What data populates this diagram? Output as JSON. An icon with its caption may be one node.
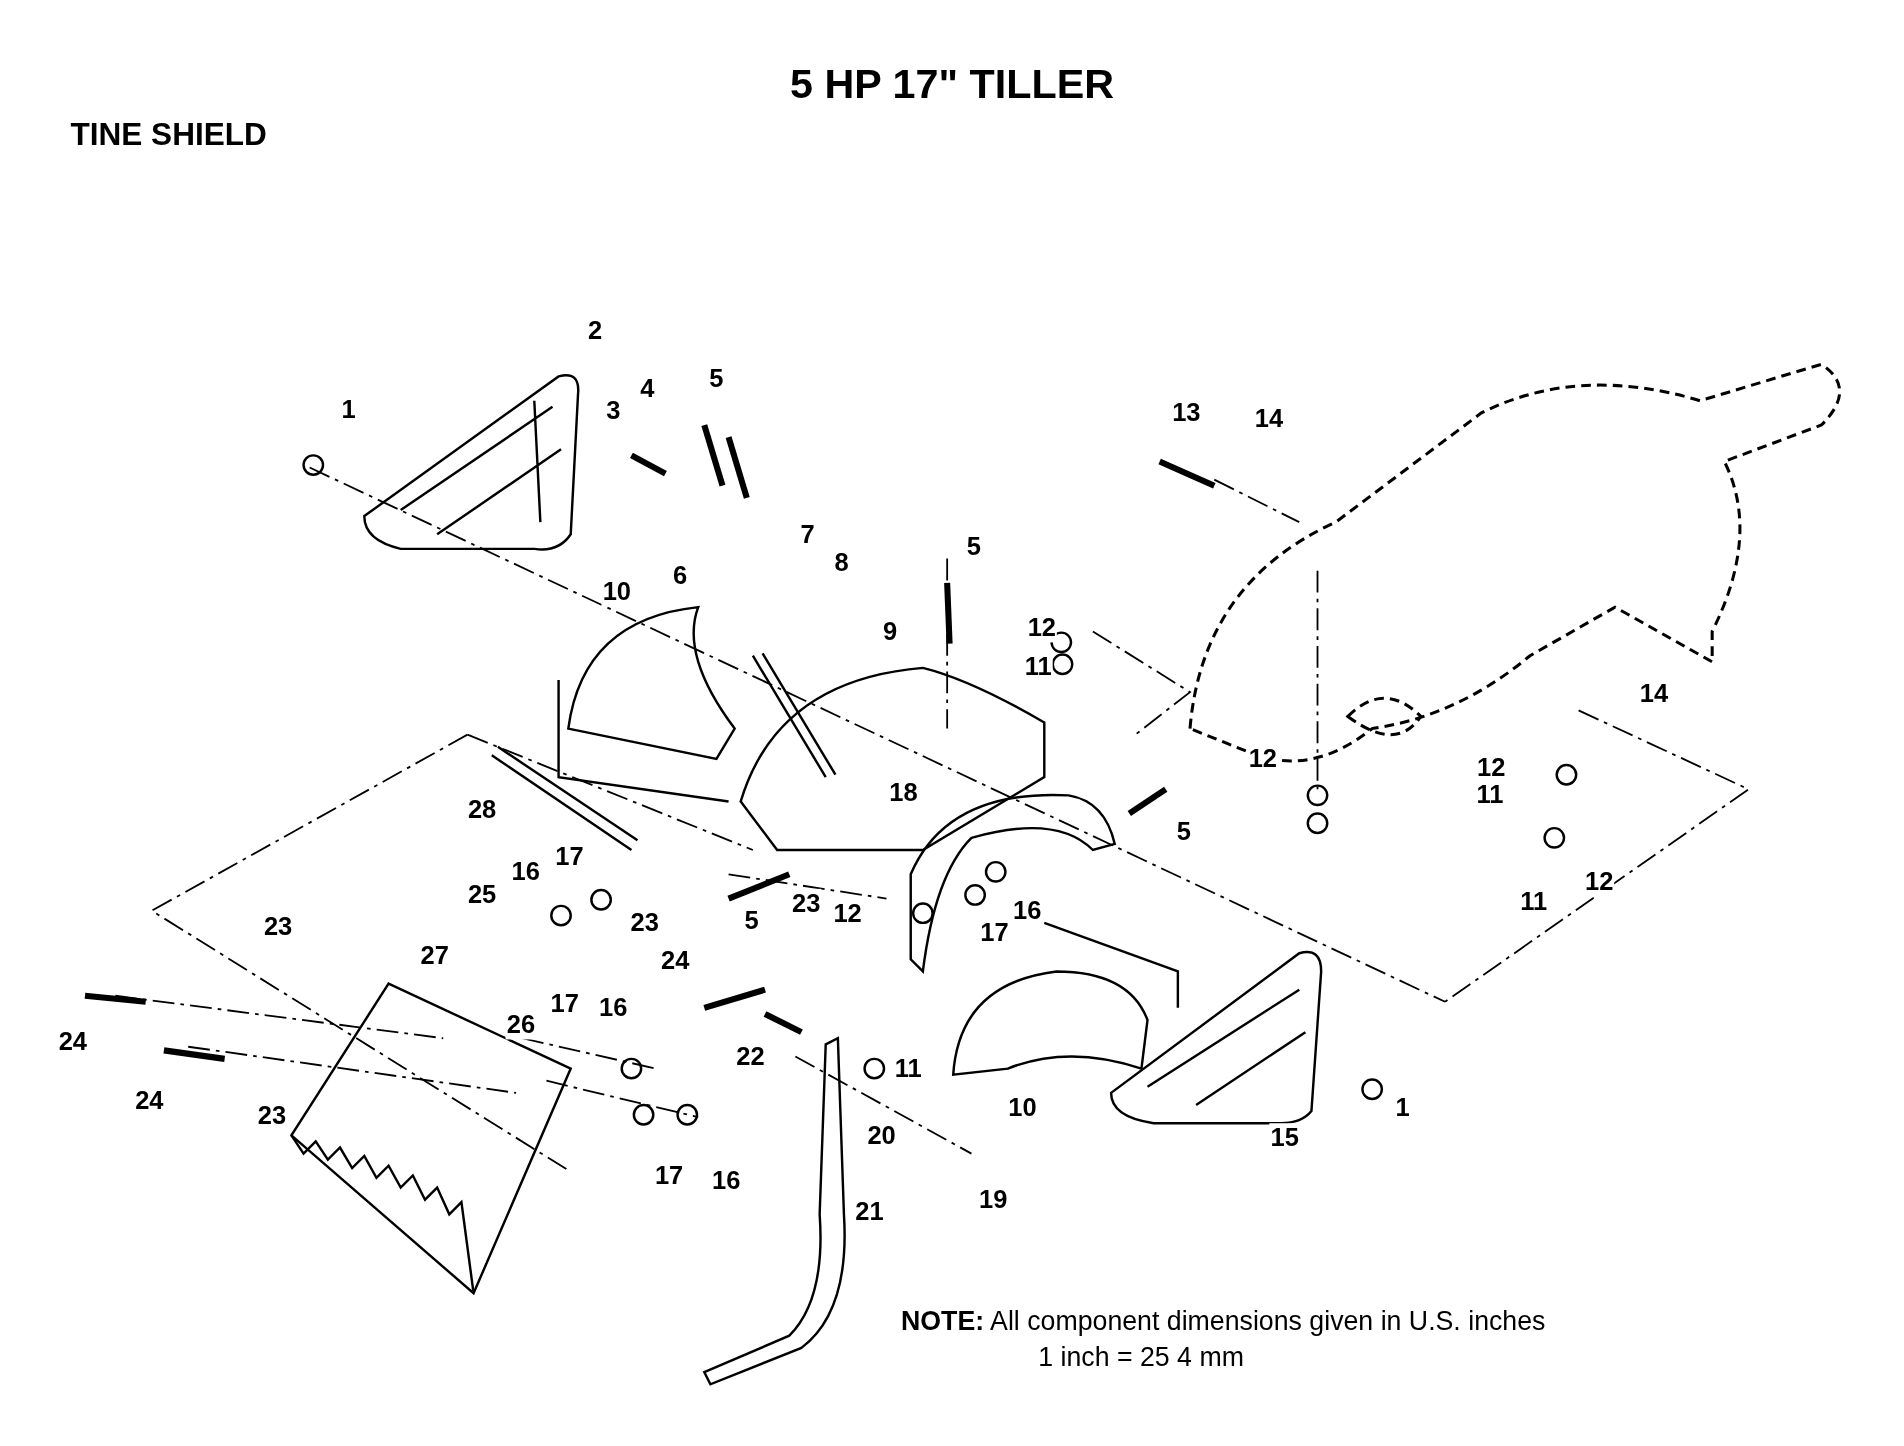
{
  "diagram": {
    "title": "5 HP 17\" TILLER",
    "labels": [
      "TINE SHIELD",
      "2",
      "1",
      "13",
      "14",
      "5",
      "4",
      "3",
      "7",
      "8",
      "5",
      "6",
      "10",
      "9",
      "12",
      "11",
      "14",
      "18",
      "12",
      "12",
      "11",
      "28",
      "5",
      "17",
      "16",
      "25",
      "23",
      "5",
      "23",
      "12",
      "11",
      "12",
      "23",
      "27",
      "24",
      "16",
      "17",
      "17",
      "16",
      "26",
      "24",
      "22",
      "11",
      "10",
      "1",
      "15",
      "24",
      "23",
      "20",
      "17",
      "16",
      "19",
      "21",
      "**NOTE:** All component dimensions given in U.S. inches",
      "1 inch = 25 4 mm"
    ]
  }
}
